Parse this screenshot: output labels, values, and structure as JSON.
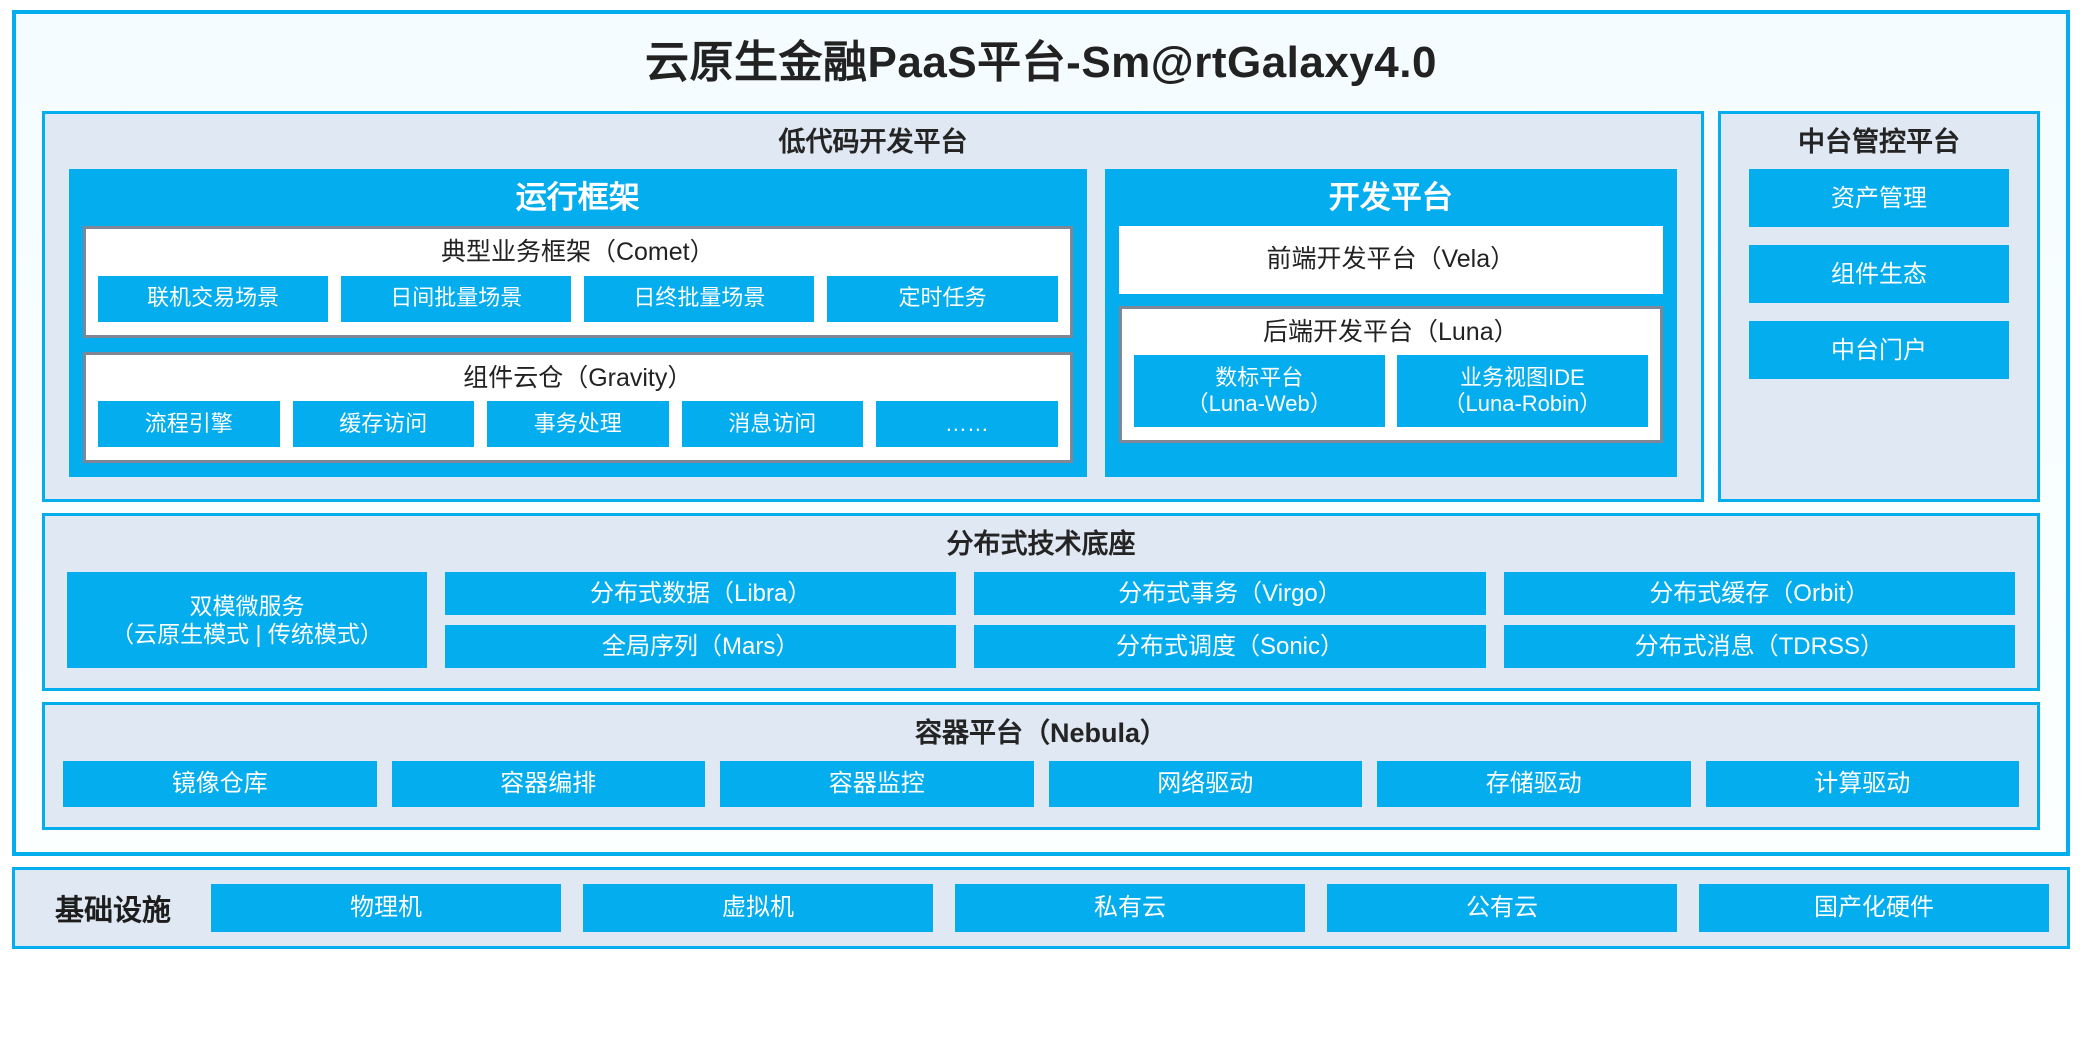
{
  "title": "云原生金融PaaS平台-Sm@rtGalaxy4.0",
  "lowcode": {
    "title": "低代码开发平台",
    "runtime": {
      "title": "运行框架",
      "comet": {
        "title": "典型业务框架（Comet）",
        "chips": [
          "联机交易场景",
          "日间批量场景",
          "日终批量场景",
          "定时任务"
        ]
      },
      "gravity": {
        "title": "组件云仓（Gravity）",
        "chips": [
          "流程引擎",
          "缓存访问",
          "事务处理",
          "消息访问",
          "……"
        ]
      }
    },
    "devplatform": {
      "title": "开发平台",
      "vela": "前端开发平台（Vela）",
      "luna": {
        "title": "后端开发平台（Luna）",
        "chips": [
          {
            "name": "数标平台",
            "code": "（Luna-Web）"
          },
          {
            "name": "业务视图IDE",
            "code": "（Luna-Robin）"
          }
        ]
      }
    }
  },
  "midoffice": {
    "title": "中台管控平台",
    "items": [
      "资产管理",
      "组件生态",
      "中台门户"
    ]
  },
  "base": {
    "title": "分布式技术底座",
    "wide": {
      "name": "双模微服务",
      "modes": "（云原生模式 | 传统模式）"
    },
    "columns": [
      [
        "分布式数据（Libra）",
        "全局序列（Mars）"
      ],
      [
        "分布式事务（Virgo）",
        "分布式调度（Sonic）"
      ],
      [
        "分布式缓存（Orbit）",
        "分布式消息（TDRSS）"
      ]
    ]
  },
  "container": {
    "title": "容器平台（Nebula）",
    "items": [
      "镜像仓库",
      "容器编排",
      "容器监控",
      "网络驱动",
      "存储驱动",
      "计算驱动"
    ]
  },
  "infrastructure": {
    "label": "基础设施",
    "items": [
      "物理机",
      "虚拟机",
      "私有云",
      "公有云",
      "国产化硬件"
    ]
  },
  "colors": {
    "accent": "#03ADEE",
    "band_bg": "#dfe8f3",
    "inner_border": "#7f8696"
  }
}
